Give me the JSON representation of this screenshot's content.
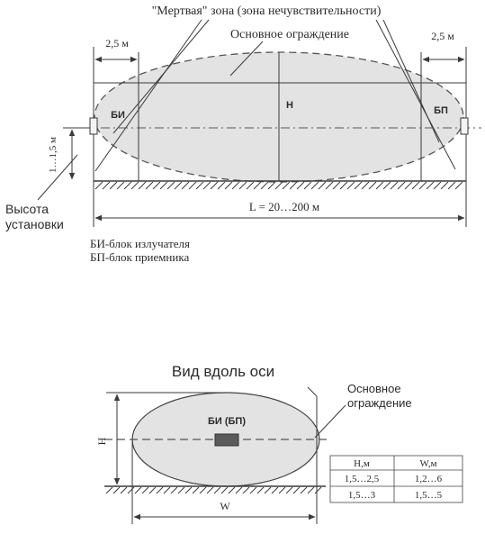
{
  "top": {
    "dead_zone_label": "\"Мертвая\" зона (зона нечувствительности)",
    "fence_label": "Основное ограждение",
    "dim_left": "2,5 м",
    "dim_right": "2,5 м",
    "tx_label": "БИ",
    "rx_label": "БП",
    "height_label": "Н",
    "install_height_dim": "1…1,5 м",
    "install_height_caption_line1": "Высота",
    "install_height_caption_line2": "установки",
    "length_dim": "L = 20…200 м",
    "legend_line1": "БИ-блок излучателя",
    "legend_line2": "БП-блок приемника"
  },
  "bottom": {
    "title": "Вид вдоль оси",
    "unit_label": "БИ (БП)",
    "fence_label_line1": "Основное",
    "fence_label_line2": "ограждение",
    "height_dim": "Н",
    "width_dim": "W",
    "table": {
      "headers": [
        "Н,м",
        "W,м"
      ],
      "rows": [
        [
          "1,5…2,5",
          "1,2…6"
        ],
        [
          "1,5…3",
          "1,5…5"
        ]
      ]
    }
  }
}
